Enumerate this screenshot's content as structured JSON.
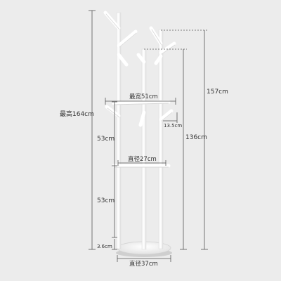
{
  "labels": {
    "max_height": "最高164cm",
    "height_157": "157cm",
    "height_136": "136cm",
    "max_width": "最宽51cm",
    "hook_len": "13.5cm",
    "upper_section": "53cm",
    "lower_section": "53cm",
    "ring_diameter": "直径27cm",
    "base_height": "3.6cm",
    "base_diameter": "直径37cm"
  },
  "colors": {
    "background": "#ececec",
    "rack": "#ffffff",
    "rack_shade": "#d9d9d9",
    "dim_line": "#555555"
  }
}
